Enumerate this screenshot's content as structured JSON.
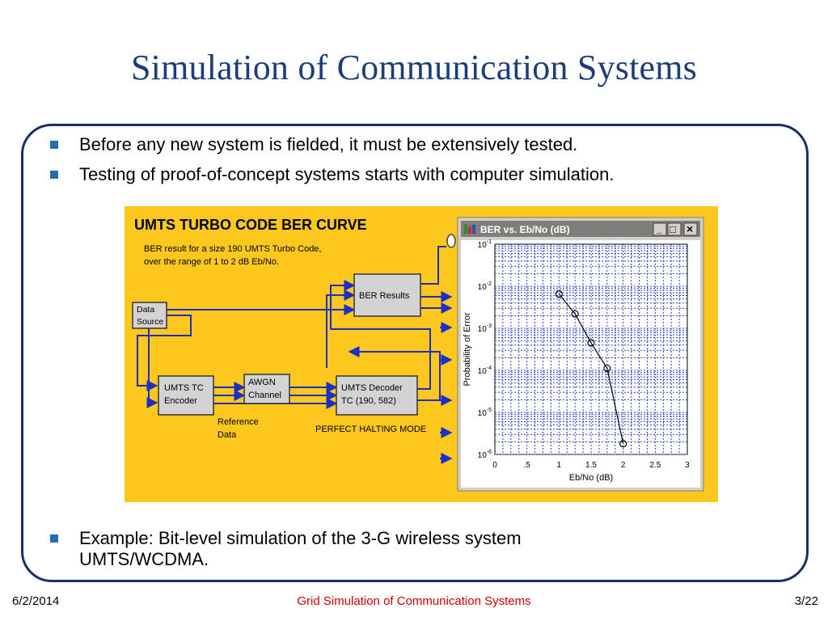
{
  "slide": {
    "title": "Simulation of Communication Systems",
    "bullets": [
      "Before any new system is fielded, it must be extensively tested.",
      "Testing of proof-of-concept systems starts with computer simulation."
    ],
    "bullet3_line1": "Example: Bit-level simulation of the 3-G wireless system",
    "bullet3_line2": "UMTS/WCDMA."
  },
  "footer": {
    "date": "6/2/2014",
    "center": "Grid Simulation of Communication Systems",
    "page": "3/22"
  },
  "colors": {
    "title": "#1c3e78",
    "frame_border": "#1a2e6a",
    "bullet_marker": "#1f6fb2",
    "footer_center": "#cc0000",
    "figure_bg": "#fdc81e"
  },
  "figure": {
    "heading": "UMTS TURBO CODE BER CURVE",
    "desc_line1": "BER result for a size 190 UMTS Turbo Code,",
    "desc_line2": "over the range of 1 to 2 dB Eb/No.",
    "blocks": {
      "data_source_1": "Data",
      "data_source_2": "Source",
      "encoder_1": "UMTS TC",
      "encoder_2": "Encoder",
      "awgn_1": "AWGN",
      "awgn_2": "Channel",
      "decoder_1": "UMTS Decoder",
      "decoder_2": "TC (190, 582)",
      "ber_results": "BER Results"
    },
    "reference_1": "Reference",
    "reference_2": "Data",
    "halting_mode": "PERFECT HALTING MODE",
    "window": {
      "title": "BER vs. Eb/No (dB)",
      "min_glyph": "_",
      "max_glyph": "□",
      "close_glyph": "×"
    }
  },
  "chart_data": {
    "type": "line",
    "xlabel": "Eb/No (dB)",
    "ylabel": "Probability of Error",
    "x_ticks": [
      "0",
      ".5",
      "1",
      "1.5",
      "2",
      "2.5",
      "3"
    ],
    "xlim": [
      0,
      3
    ],
    "y_scale": "log",
    "ylim": [
      1e-06,
      0.1
    ],
    "y_ticks": [
      {
        "base": "10",
        "exp": "-1"
      },
      {
        "base": "10",
        "exp": "-2"
      },
      {
        "base": "10",
        "exp": "-3"
      },
      {
        "base": "10",
        "exp": "-4"
      },
      {
        "base": "10",
        "exp": "-5"
      },
      {
        "base": "10",
        "exp": "-6"
      }
    ],
    "grid": true,
    "series": [
      {
        "x": [
          1.0,
          1.25,
          1.5,
          1.75,
          2.0
        ],
        "y": [
          0.0065,
          0.0022,
          0.00045,
          0.000112,
          1.8e-06
        ]
      }
    ]
  }
}
